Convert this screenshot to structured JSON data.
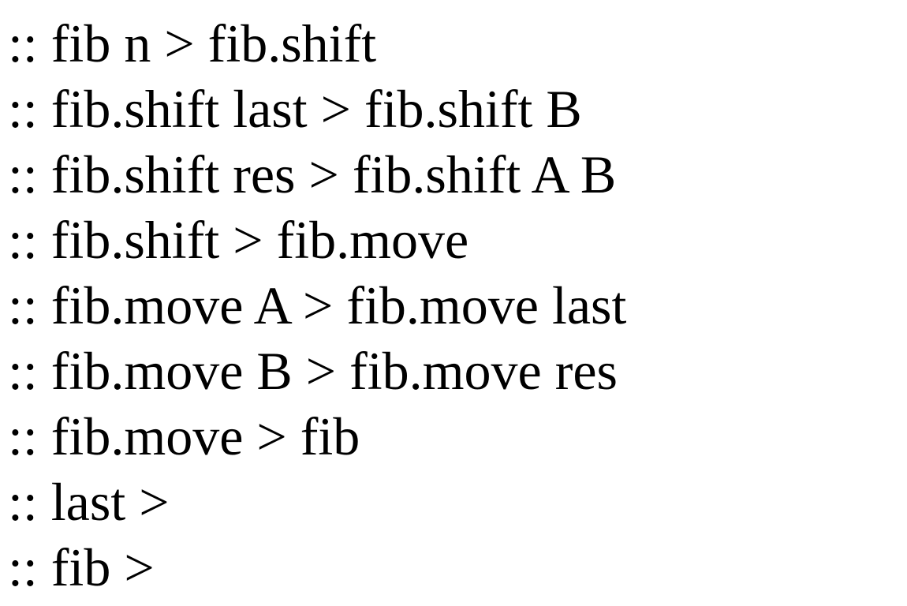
{
  "document": {
    "kind": "plain-text-code-listing",
    "background_color": "#ffffff",
    "text_color": "#000000",
    "definition_prefix": "::",
    "rewrite_arrow": ">",
    "lines": [
      ":: fib n > fib.shift",
      ":: fib.shift last > fib.shift B",
      ":: fib.shift res > fib.shift A B",
      ":: fib.shift > fib.move",
      ":: fib.move A > fib.move last",
      ":: fib.move B > fib.move res",
      ":: fib.move > fib",
      ":: last >",
      ":: fib >"
    ]
  }
}
